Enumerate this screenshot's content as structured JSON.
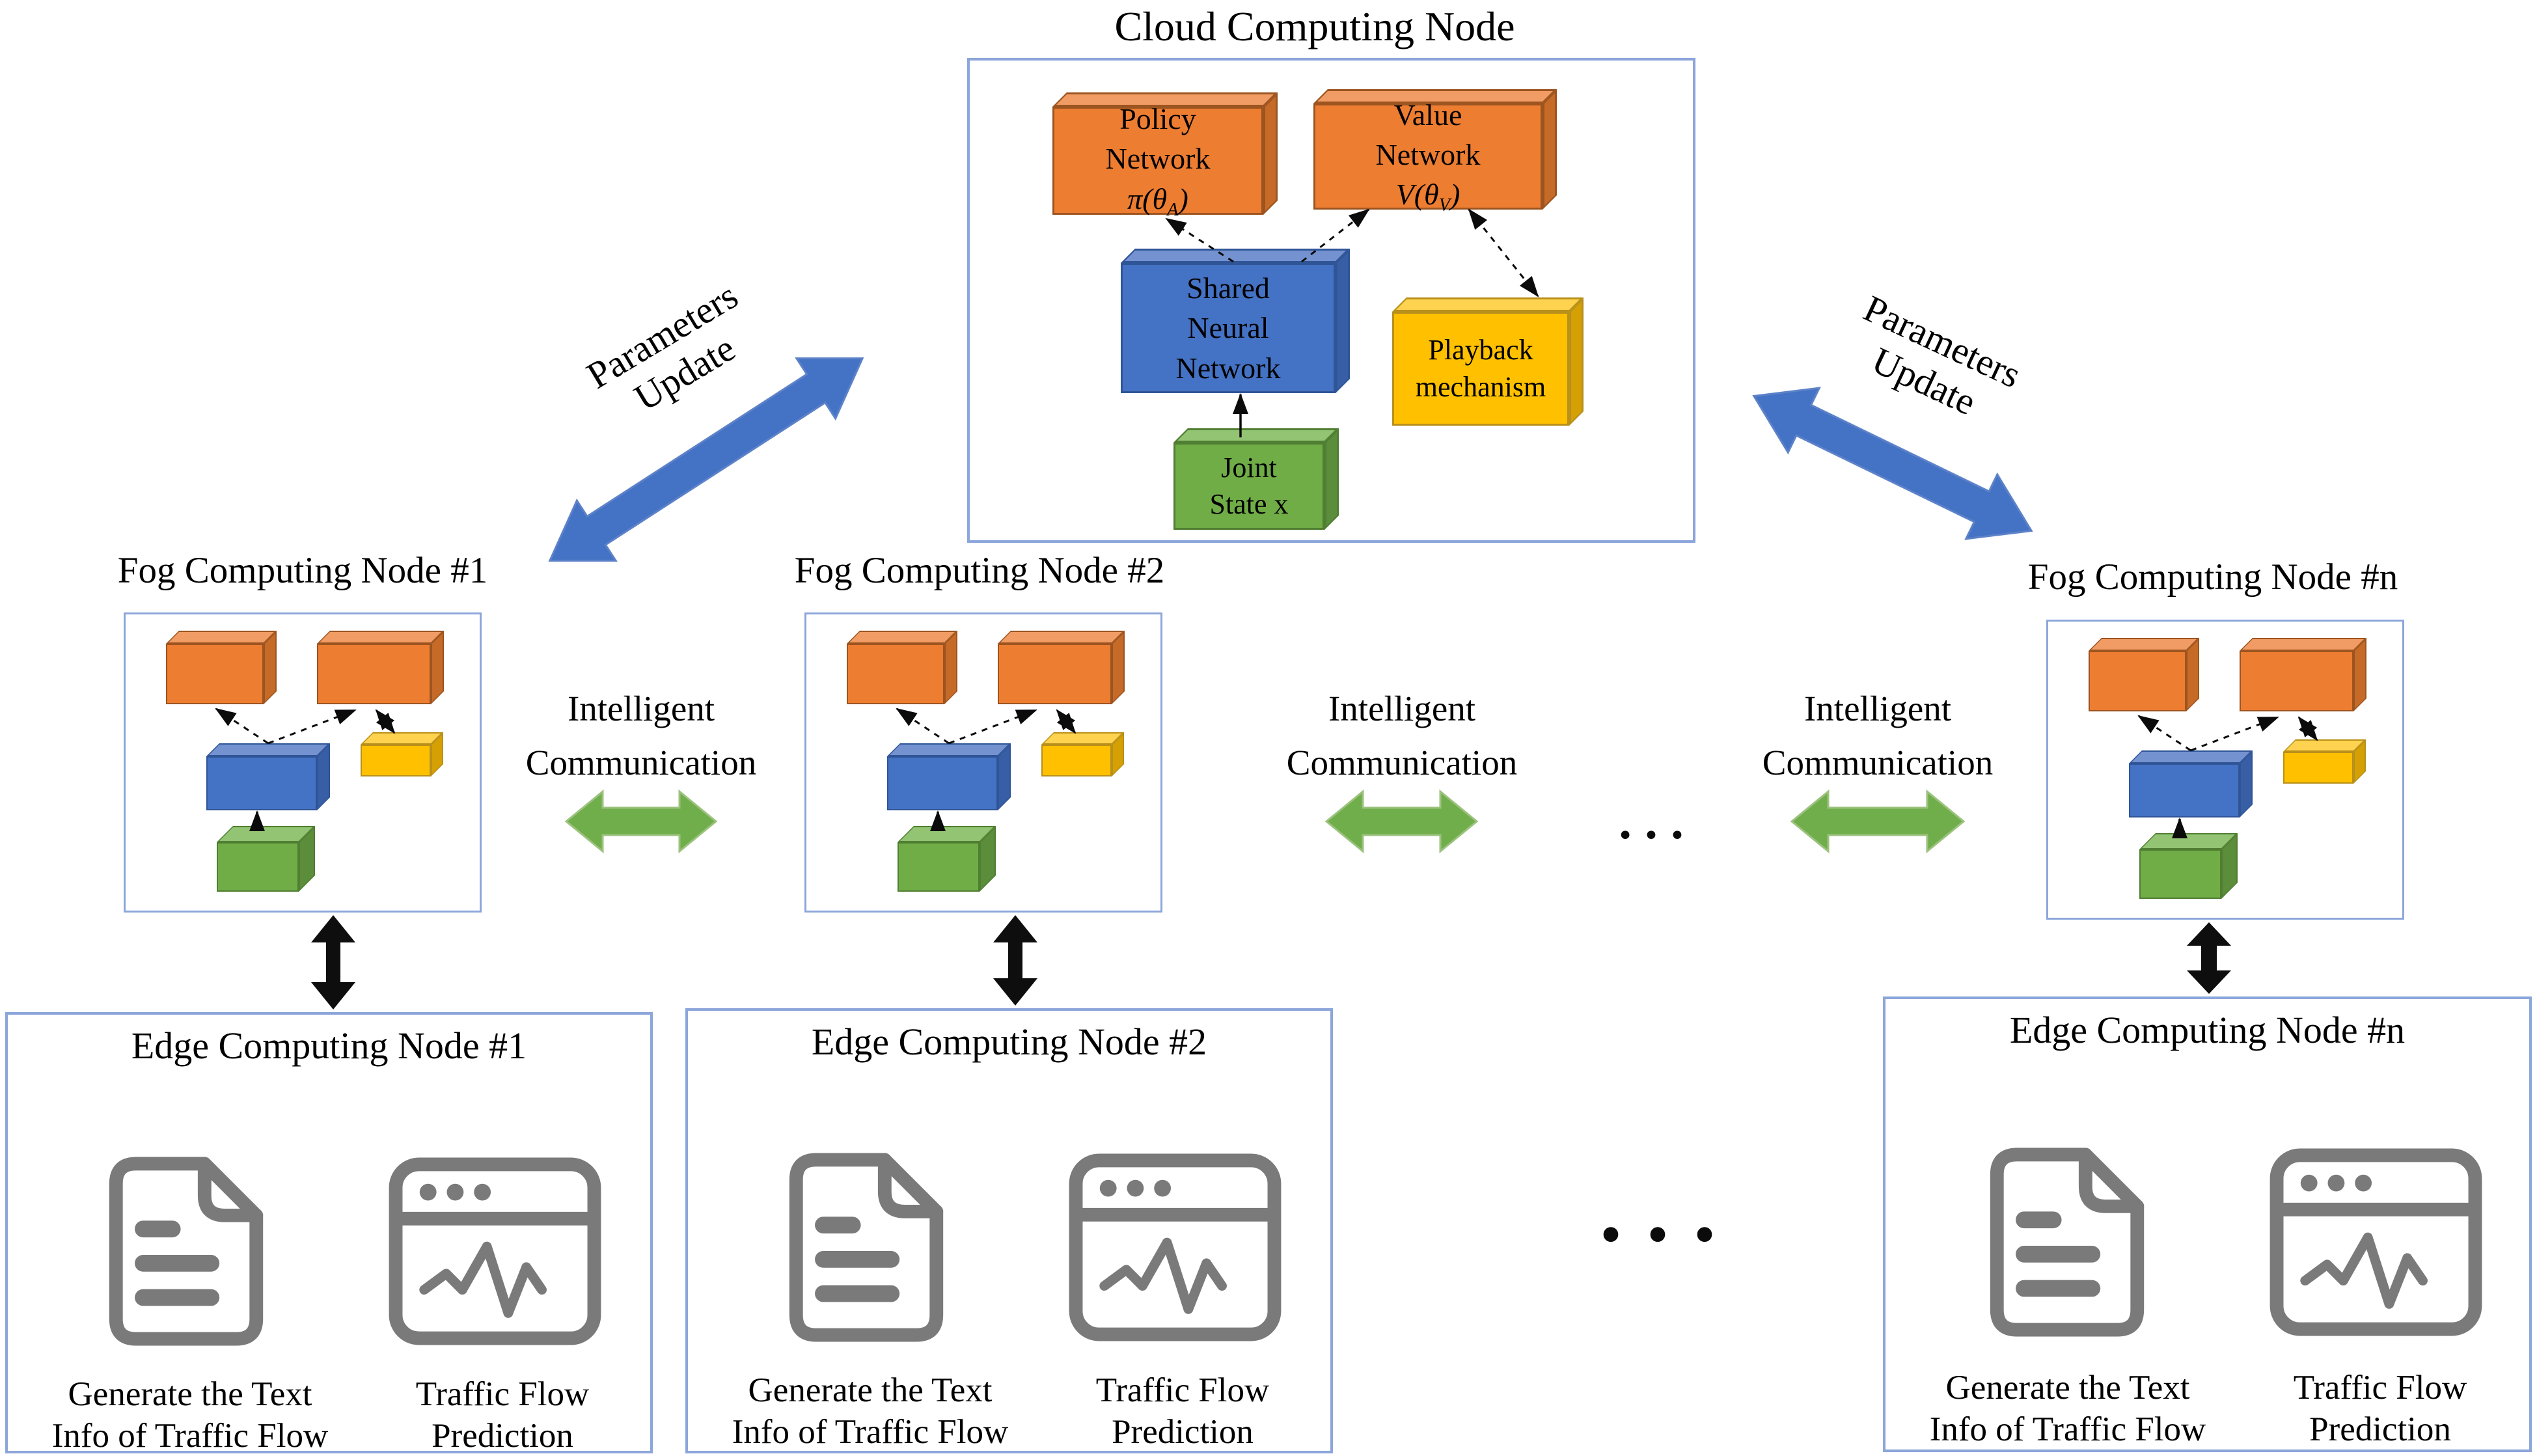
{
  "cloud": {
    "title": "Cloud Computing Node",
    "policy_network": {
      "line1": "Policy",
      "line2": "Network",
      "formula_pre": "π(θ",
      "formula_sub": "A",
      "formula_post": ")"
    },
    "value_network": {
      "line1": "Value",
      "line2": "Network",
      "formula_pre": "V(θ",
      "formula_sub": "V",
      "formula_post": ")"
    },
    "shared_network": {
      "line1": "Shared",
      "line2": "Neural",
      "line3": "Network"
    },
    "playback": {
      "line1": "Playback",
      "line2": "mechanism"
    },
    "joint_state": {
      "line1": "Joint",
      "line2": "State x"
    }
  },
  "parameters_update_left": {
    "line1": "Parameters",
    "line2": "Update"
  },
  "parameters_update_right": {
    "line1": "Parameters",
    "line2": "Update"
  },
  "fog_nodes": [
    {
      "title": "Fog Computing Node #1"
    },
    {
      "title": "Fog Computing Node #2"
    },
    {
      "title": "Fog Computing Node #n"
    }
  ],
  "intelligent_communication": [
    {
      "line1": "Intelligent",
      "line2": "Communication"
    },
    {
      "line1": "Intelligent",
      "line2": "Communication"
    },
    {
      "line1": "Intelligent",
      "line2": "Communication"
    }
  ],
  "ellipsis": {
    "between_fog_nodes": "•••",
    "between_edge_nodes": "•••"
  },
  "edge_nodes": [
    {
      "title": "Edge Computing Node #1",
      "doc_caption_line1": "Generate the Text",
      "doc_caption_line2": "Info of Traffic Flow",
      "prediction_caption_line1": "Traffic Flow",
      "prediction_caption_line2": "Prediction"
    },
    {
      "title": "Edge Computing Node #2",
      "doc_caption_line1": "Generate the Text",
      "doc_caption_line2": "Info of Traffic Flow",
      "prediction_caption_line1": "Traffic Flow",
      "prediction_caption_line2": "Prediction"
    },
    {
      "title": "Edge Computing Node #n",
      "doc_caption_line1": "Generate the Text",
      "doc_caption_line2": "Info of Traffic Flow",
      "prediction_caption_line1": "Traffic Flow",
      "prediction_caption_line2": "Prediction"
    }
  ],
  "colors": {
    "orange_box": "#ED7D31",
    "blue_box": "#4472C4",
    "yellow_box": "#FFC000",
    "green_box": "#70AD47",
    "frame_border": "#8CA6DB",
    "green_arrow": "#70AE4B",
    "blue_arrow": "#4472C4",
    "icon_gray": "#7A7A7A",
    "arrow_black": "#0B0B0B"
  }
}
